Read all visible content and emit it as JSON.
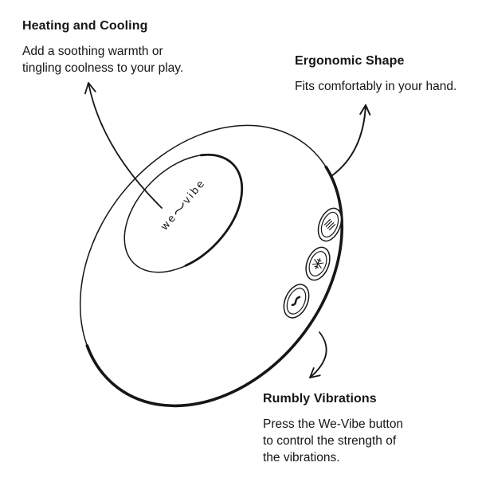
{
  "colors": {
    "background": "#ffffff",
    "ink": "#161616"
  },
  "callouts": [
    {
      "id": "heating-and-cooling",
      "title": "Heating and Cooling",
      "lines": [
        "Add a soothing warmth or",
        "tingling coolness to your play."
      ]
    },
    {
      "id": "ergonomic-shape",
      "title": "Ergonomic Shape",
      "lines": [
        "Fits comfortably in your hand."
      ]
    },
    {
      "id": "rumbly-vibrations",
      "title": "Rumbly Vibrations",
      "lines": [
        "Press the We-Vibe button",
        "to control the strength of",
        "the vibrations."
      ]
    }
  ],
  "device": {
    "logo": {
      "prefix": "we",
      "suffix": "vibe",
      "separator": "wave-icon"
    },
    "buttons": [
      {
        "icon": "vibration-lines-icon"
      },
      {
        "icon": "snowflake-icon"
      },
      {
        "icon": "heat-wave-icon"
      }
    ]
  }
}
